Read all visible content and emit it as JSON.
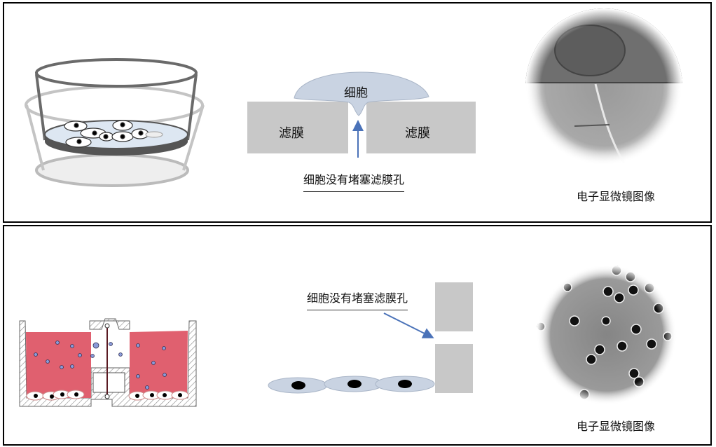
{
  "top_panel": {
    "cell_label": "细胞",
    "membrane_left_label": "滤膜",
    "membrane_right_label": "滤膜",
    "caption": "细胞没有堵塞滤膜孔",
    "micrograph_label": "电子显微镜图像"
  },
  "bottom_panel": {
    "caption": "细胞没有堵塞滤膜孔",
    "micrograph_label": "电子显微镜图像"
  },
  "colors": {
    "membrane": "#c8c8c8",
    "cell": "#c9d3e2",
    "arrow": "#4a72b8",
    "medium": "#e0606f"
  }
}
